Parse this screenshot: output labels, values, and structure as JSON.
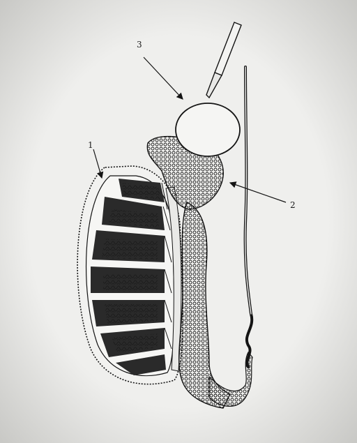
{
  "labels": [
    {
      "id": "label-1",
      "text": "1"
    },
    {
      "id": "label-2",
      "text": "2"
    },
    {
      "id": "label-3",
      "text": "3"
    }
  ],
  "colors": {
    "paper": "#efefed",
    "ink": "#141414",
    "dark_fill": "#2a2a2a",
    "light_fill": "#f4f4f2",
    "shadow": "#cfcfcc"
  },
  "icons": [
    "scalpel-icon",
    "pointer-arrow-icon"
  ]
}
